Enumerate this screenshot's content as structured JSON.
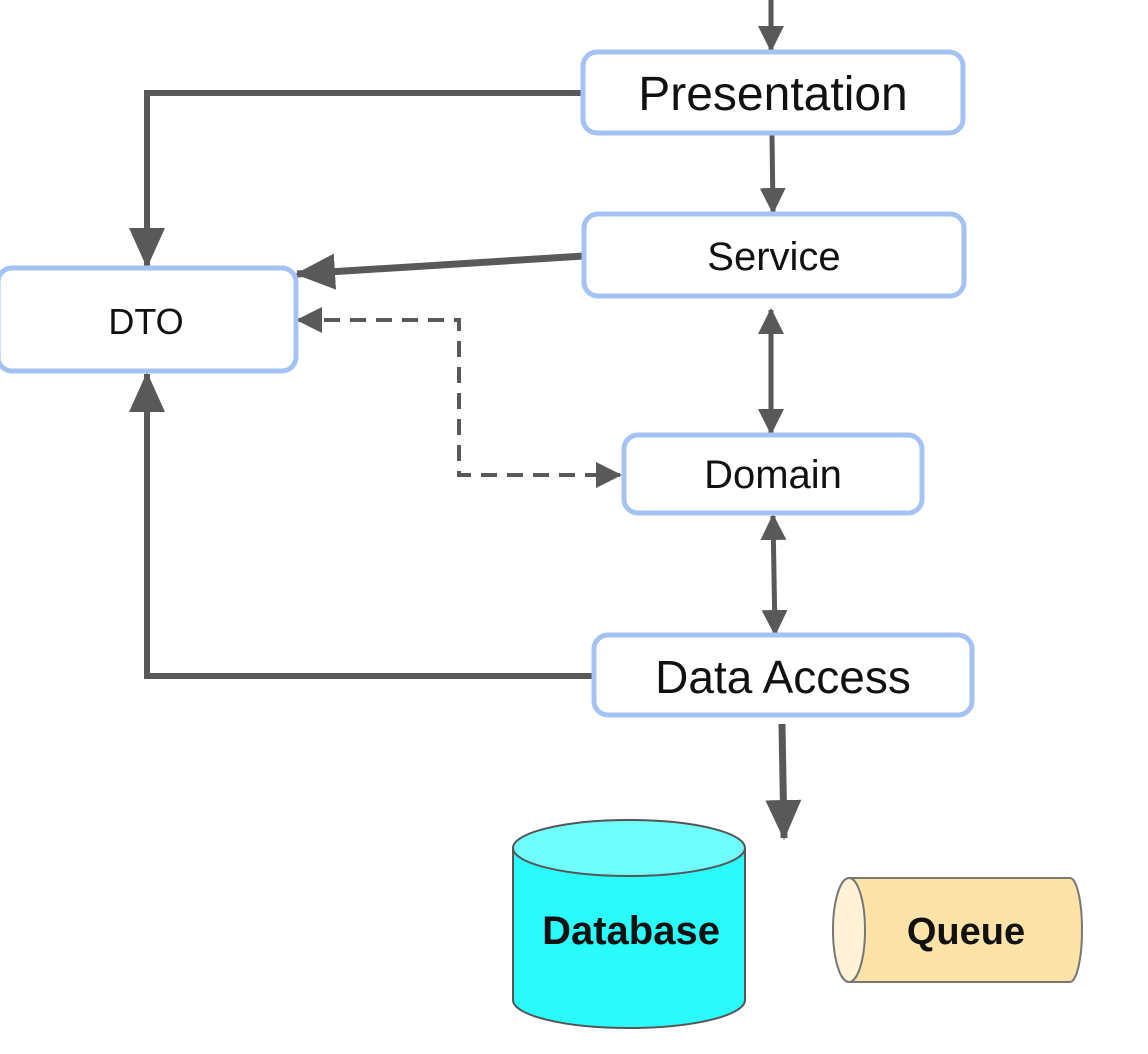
{
  "nodes": {
    "presentation": "Presentation",
    "service": "Service",
    "dto": "DTO",
    "domain": "Domain",
    "data_access": "Data Access",
    "database": "Database",
    "queue": "Queue"
  },
  "colors": {
    "box_border": "#a4c2f4",
    "box_fill": "#ffffff",
    "arrow": "#595959",
    "database_fill": "#2bfafa",
    "database_top": "#6ffcfc",
    "database_stroke": "#555555",
    "queue_fill": "#fde3a7",
    "queue_end": "#fff2d6",
    "queue_stroke": "#777777"
  },
  "edges": [
    {
      "from": "Presentation",
      "to": "DTO",
      "style": "solid"
    },
    {
      "from": "Presentation",
      "to": "Service",
      "style": "solid"
    },
    {
      "from": "Service",
      "to": "DTO",
      "style": "solid"
    },
    {
      "from": "Service",
      "to": "Domain",
      "style": "solid-bidirectional"
    },
    {
      "from": "Domain",
      "to": "DTO",
      "style": "dashed-bidirectional"
    },
    {
      "from": "Domain",
      "to": "Data Access",
      "style": "solid-bidirectional"
    },
    {
      "from": "Data Access",
      "to": "DTO",
      "style": "solid"
    },
    {
      "from": "Data Access",
      "to": "Database",
      "style": "solid"
    }
  ]
}
